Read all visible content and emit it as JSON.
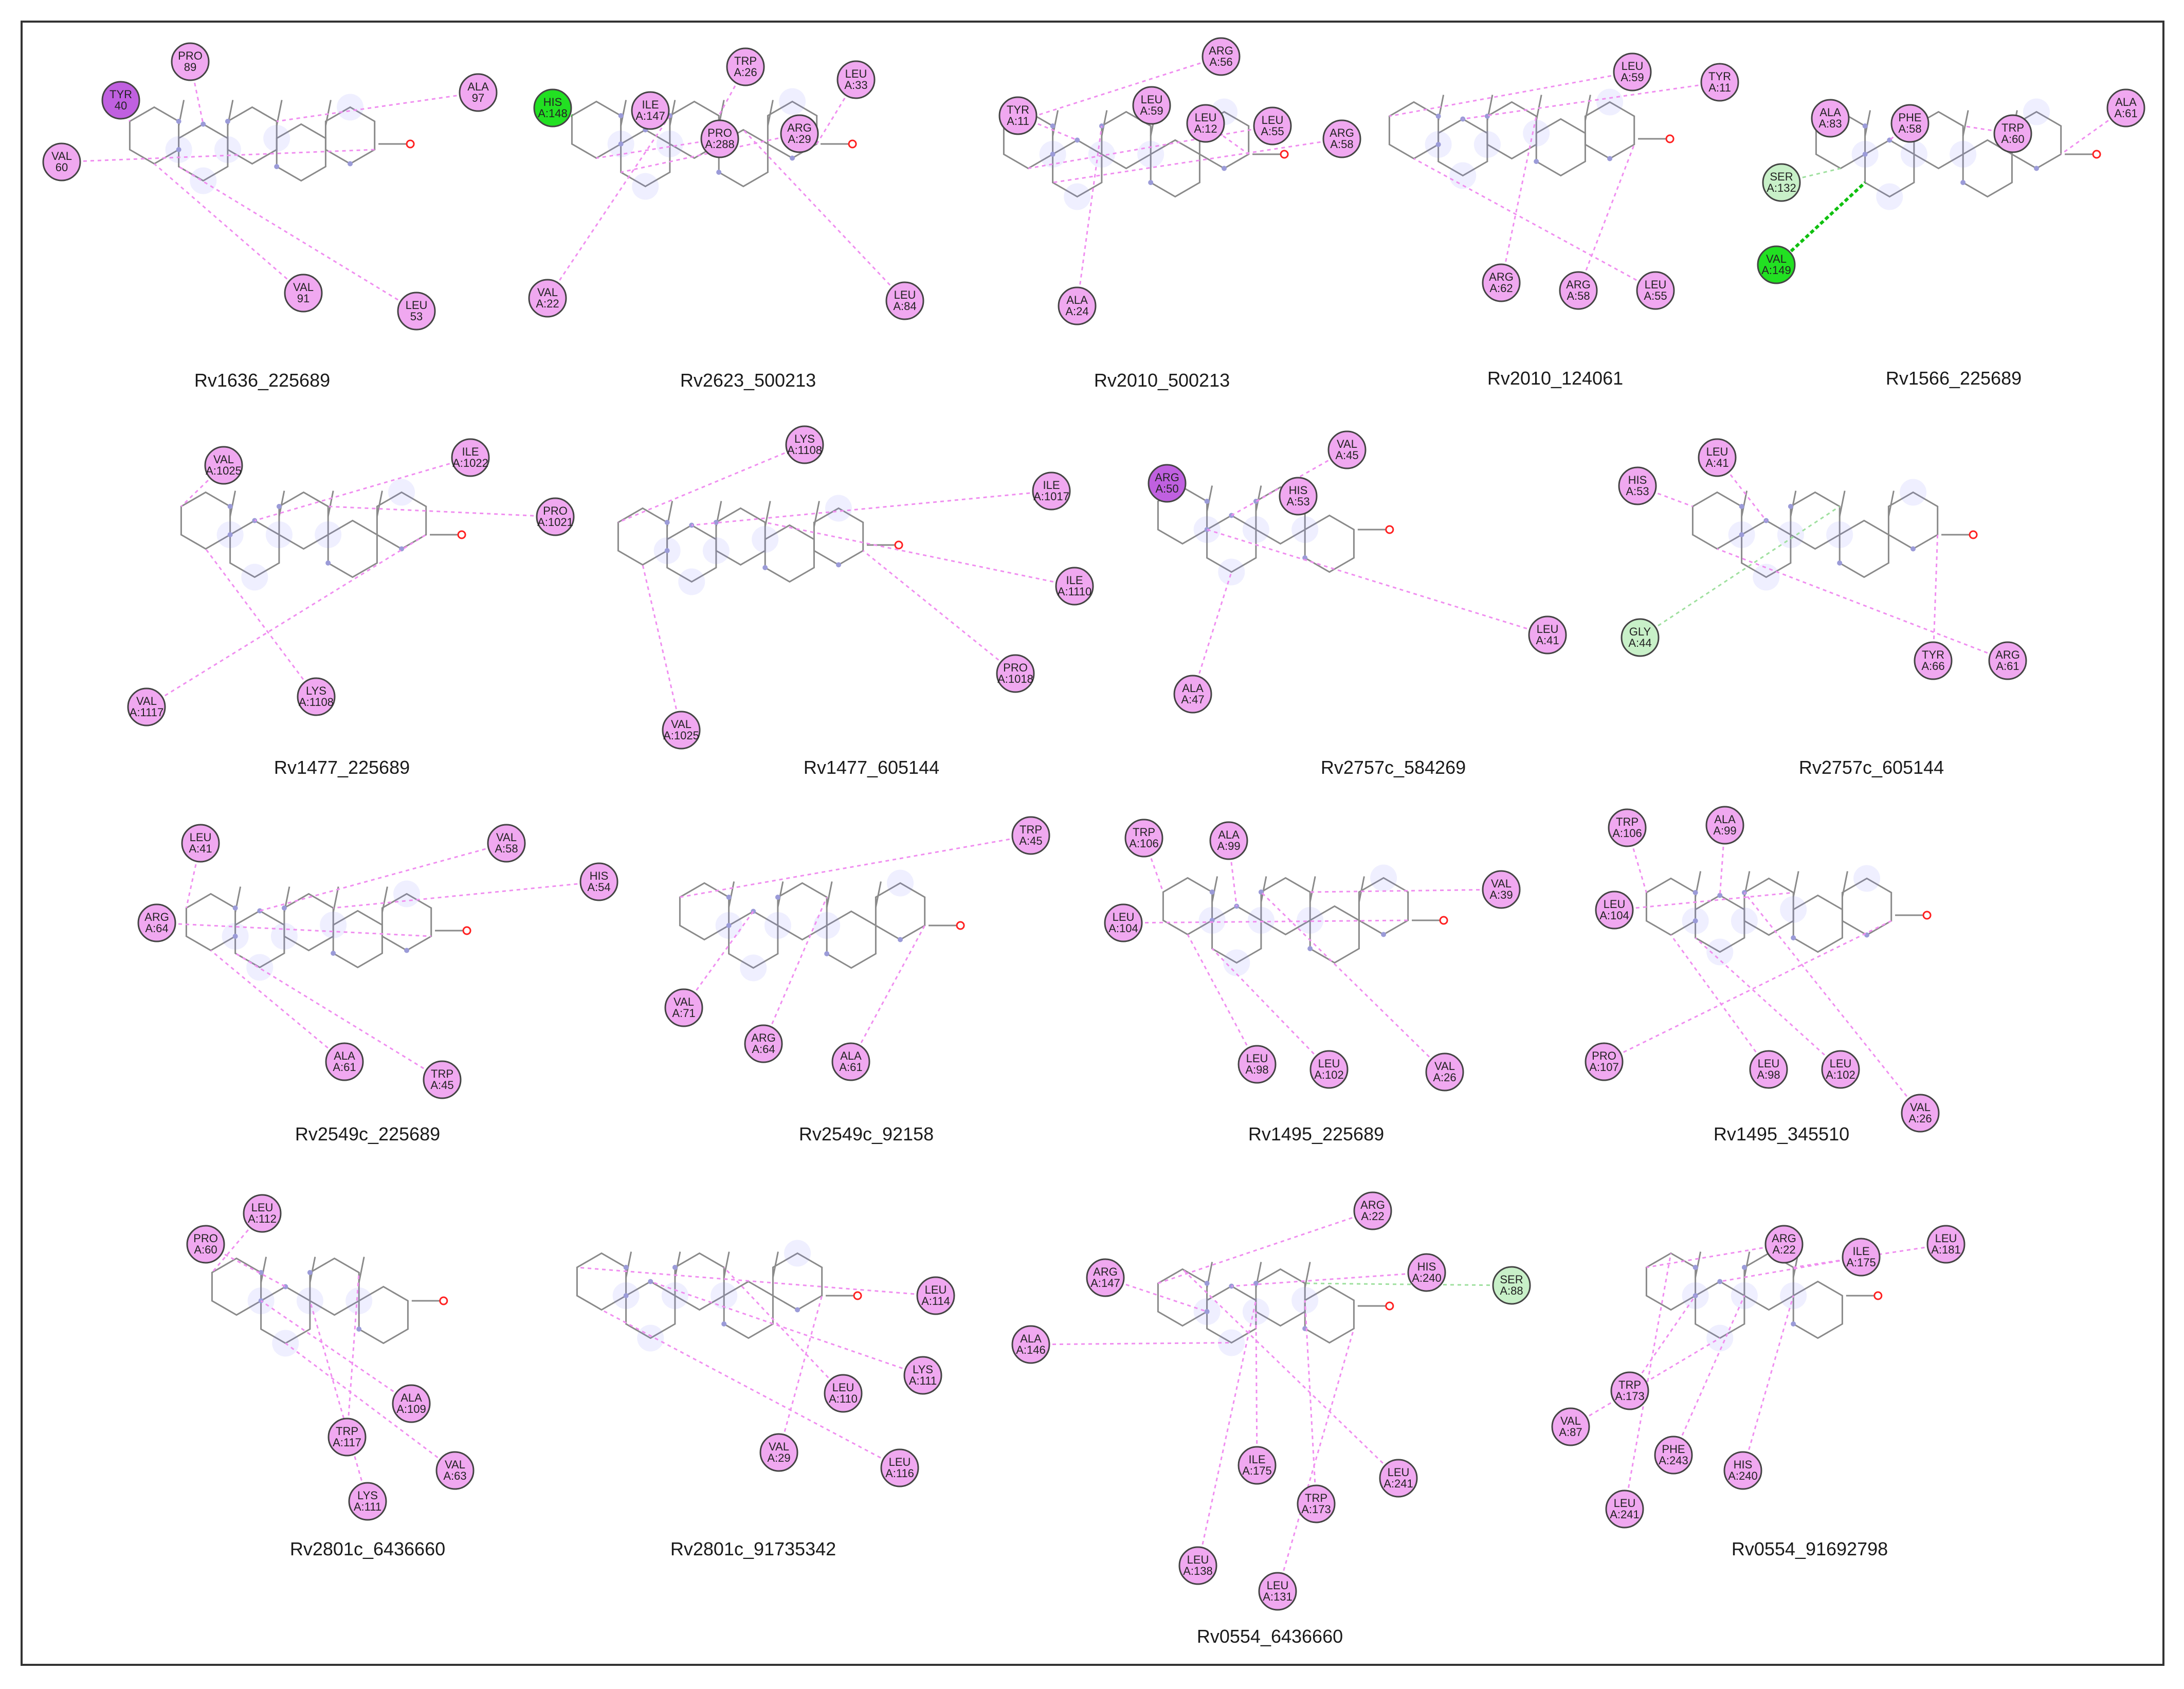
{
  "figure": {
    "colors": {
      "residue_fill": "#f0a8f0",
      "residue_stroke": "#444444",
      "hbond_fill": "#22e022",
      "pi_fill": "#c060e0",
      "weak_hbond_fill": "#c8f0c8",
      "hydrophobic_line": "#f08ef0",
      "hbond_line": "#10c010",
      "skeleton": "#8a8a8a",
      "oxygen": "#ff2020",
      "halo": "#7f7fff"
    },
    "icons": [
      "ligand-skeleton-icon",
      "residue-bubble-icon",
      "interaction-line-icon"
    ],
    "panels": [
      {
        "label": "Rv1636_225689",
        "residues": [
          {
            "text": "TYR\n40",
            "kind": "pi"
          },
          {
            "text": "PRO\n89",
            "kind": "hydro"
          },
          {
            "text": "ALA\n97",
            "kind": "hydro"
          },
          {
            "text": "VAL\n60",
            "kind": "hydro"
          },
          {
            "text": "VAL\n91",
            "kind": "hydro"
          },
          {
            "text": "LEU\n53",
            "kind": "hydro"
          }
        ]
      },
      {
        "label": "Rv2623_500213",
        "residues": [
          {
            "text": "HIS\nA:148",
            "kind": "hbond"
          },
          {
            "text": "ILE\nA:147",
            "kind": "hydro"
          },
          {
            "text": "TRP\nA:26",
            "kind": "hydro"
          },
          {
            "text": "LEU\nA:33",
            "kind": "hydro"
          },
          {
            "text": "PRO\nA:288",
            "kind": "hydro"
          },
          {
            "text": "ARG\nA:29",
            "kind": "hydro"
          },
          {
            "text": "VAL\nA:22",
            "kind": "hydro"
          },
          {
            "text": "LEU\nA:84",
            "kind": "hydro"
          }
        ]
      },
      {
        "label": "Rv2010_500213",
        "residues": [
          {
            "text": "ARG\nA:56",
            "kind": "hydro"
          },
          {
            "text": "TYR\nA:11",
            "kind": "hydro"
          },
          {
            "text": "LEU\nA:59",
            "kind": "hydro"
          },
          {
            "text": "LEU\nA:12",
            "kind": "hydro"
          },
          {
            "text": "LEU\nA:55",
            "kind": "hydro"
          },
          {
            "text": "ARG\nA:58",
            "kind": "hydro"
          },
          {
            "text": "ALA\nA:24",
            "kind": "hydro"
          }
        ]
      },
      {
        "label": "Rv2010_124061",
        "residues": [
          {
            "text": "LEU\nA:59",
            "kind": "hydro"
          },
          {
            "text": "TYR\nA:11",
            "kind": "hydro"
          },
          {
            "text": "ARG\nA:62",
            "kind": "hydro"
          },
          {
            "text": "ARG\nA:58",
            "kind": "hydro"
          },
          {
            "text": "LEU\nA:55",
            "kind": "hydro"
          }
        ]
      },
      {
        "label": "Rv1566_225689",
        "residues": [
          {
            "text": "ALA\nA:83",
            "kind": "hydro"
          },
          {
            "text": "PHE\nA:58",
            "kind": "hydro"
          },
          {
            "text": "TRP\nA:60",
            "kind": "hydro"
          },
          {
            "text": "ALA\nA:61",
            "kind": "hydro"
          },
          {
            "text": "SER\nA:132",
            "kind": "weak"
          },
          {
            "text": "VAL\nA:149",
            "kind": "hbond"
          }
        ]
      },
      {
        "label": "Rv1477_225689",
        "residues": [
          {
            "text": "VAL\nA:1025",
            "kind": "hydro"
          },
          {
            "text": "ILE\nA:1022",
            "kind": "hydro"
          },
          {
            "text": "PRO\nA:1021",
            "kind": "hydro"
          },
          {
            "text": "VAL\nA:1117",
            "kind": "hydro"
          },
          {
            "text": "LYS\nA:1108",
            "kind": "hydro"
          }
        ]
      },
      {
        "label": "Rv1477_605144",
        "residues": [
          {
            "text": "LYS\nA:1108",
            "kind": "hydro"
          },
          {
            "text": "ILE\nA:1017",
            "kind": "hydro"
          },
          {
            "text": "ILE\nA:1110",
            "kind": "hydro"
          },
          {
            "text": "PRO\nA:1018",
            "kind": "hydro"
          },
          {
            "text": "VAL\nA:1025",
            "kind": "hydro"
          }
        ]
      },
      {
        "label": "Rv2757c_584269",
        "residues": [
          {
            "text": "ARG\nA:50",
            "kind": "pi"
          },
          {
            "text": "VAL\nA:45",
            "kind": "hydro"
          },
          {
            "text": "HIS\nA:53",
            "kind": "hydro"
          },
          {
            "text": "LEU\nA:41",
            "kind": "hydro"
          },
          {
            "text": "ALA\nA:47",
            "kind": "hydro"
          }
        ]
      },
      {
        "label": "Rv2757c_605144",
        "residues": [
          {
            "text": "HIS\nA:53",
            "kind": "hydro"
          },
          {
            "text": "LEU\nA:41",
            "kind": "hydro"
          },
          {
            "text": "GLY\nA:44",
            "kind": "weak"
          },
          {
            "text": "TYR\nA:66",
            "kind": "hydro"
          },
          {
            "text": "ARG\nA:61",
            "kind": "hydro"
          }
        ]
      },
      {
        "label": "Rv2549c_225689",
        "residues": [
          {
            "text": "LEU\nA:41",
            "kind": "hydro"
          },
          {
            "text": "VAL\nA:58",
            "kind": "hydro"
          },
          {
            "text": "HIS\nA:54",
            "kind": "hydro"
          },
          {
            "text": "ARG\nA:64",
            "kind": "hydro"
          },
          {
            "text": "ALA\nA:61",
            "kind": "hydro"
          },
          {
            "text": "TRP\nA:45",
            "kind": "hydro"
          }
        ]
      },
      {
        "label": "Rv2549c_92158",
        "residues": [
          {
            "text": "TRP\nA:45",
            "kind": "hydro"
          },
          {
            "text": "VAL\nA:71",
            "kind": "hydro"
          },
          {
            "text": "ARG\nA:64",
            "kind": "hydro"
          },
          {
            "text": "ALA\nA:61",
            "kind": "hydro"
          }
        ]
      },
      {
        "label": "Rv1495_225689",
        "residues": [
          {
            "text": "TRP\nA:106",
            "kind": "hydro"
          },
          {
            "text": "ALA\nA:99",
            "kind": "hydro"
          },
          {
            "text": "VAL\nA:39",
            "kind": "hydro"
          },
          {
            "text": "LEU\nA:104",
            "kind": "hydro"
          },
          {
            "text": "LEU\nA:98",
            "kind": "hydro"
          },
          {
            "text": "LEU\nA:102",
            "kind": "hydro"
          },
          {
            "text": "VAL\nA:26",
            "kind": "hydro"
          }
        ]
      },
      {
        "label": "Rv1495_345510",
        "residues": [
          {
            "text": "TRP\nA:106",
            "kind": "hydro"
          },
          {
            "text": "ALA\nA:99",
            "kind": "hydro"
          },
          {
            "text": "LEU\nA:104",
            "kind": "hydro"
          },
          {
            "text": "PRO\nA:107",
            "kind": "hydro"
          },
          {
            "text": "LEU\nA:98",
            "kind": "hydro"
          },
          {
            "text": "LEU\nA:102",
            "kind": "hydro"
          },
          {
            "text": "VAL\nA:26",
            "kind": "hydro"
          }
        ]
      },
      {
        "label": "Rv2801c_6436660",
        "residues": [
          {
            "text": "LEU\nA:112",
            "kind": "hydro"
          },
          {
            "text": "PRO\nA:60",
            "kind": "hydro"
          },
          {
            "text": "TRP\nA:117",
            "kind": "hydro"
          },
          {
            "text": "ALA\nA:109",
            "kind": "hydro"
          },
          {
            "text": "VAL\nA:63",
            "kind": "hydro"
          },
          {
            "text": "LYS\nA:111",
            "kind": "hydro"
          }
        ]
      },
      {
        "label": "Rv2801c_91735342",
        "residues": [
          {
            "text": "LEU\nA:114",
            "kind": "hydro"
          },
          {
            "text": "LYS\nA:111",
            "kind": "hydro"
          },
          {
            "text": "LEU\nA:110",
            "kind": "hydro"
          },
          {
            "text": "VAL\nA:29",
            "kind": "hydro"
          },
          {
            "text": "LEU\nA:116",
            "kind": "hydro"
          }
        ]
      },
      {
        "label": "Rv0554_6436660",
        "residues": [
          {
            "text": "ARG\nA:22",
            "kind": "hydro"
          },
          {
            "text": "HIS\nA:240",
            "kind": "hydro"
          },
          {
            "text": "SER\nA:88",
            "kind": "weak"
          },
          {
            "text": "ARG\nA:147",
            "kind": "hydro"
          },
          {
            "text": "ALA\nA:146",
            "kind": "hydro"
          },
          {
            "text": "ILE\nA:175",
            "kind": "hydro"
          },
          {
            "text": "TRP\nA:173",
            "kind": "hydro"
          },
          {
            "text": "LEU\nA:241",
            "kind": "hydro"
          },
          {
            "text": "LEU\nA:138",
            "kind": "hydro"
          },
          {
            "text": "LEU\nA:131",
            "kind": "hydro"
          }
        ]
      },
      {
        "label": "Rv0554_91692798",
        "residues": [
          {
            "text": "ARG\nA:22",
            "kind": "hydro"
          },
          {
            "text": "ILE\nA:175",
            "kind": "hydro"
          },
          {
            "text": "LEU\nA:181",
            "kind": "hydro"
          },
          {
            "text": "TRP\nA:173",
            "kind": "hydro"
          },
          {
            "text": "VAL\nA:87",
            "kind": "hydro"
          },
          {
            "text": "PHE\nA:243",
            "kind": "hydro"
          },
          {
            "text": "HIS\nA:240",
            "kind": "hydro"
          },
          {
            "text": "LEU\nA:241",
            "kind": "hydro"
          }
        ]
      }
    ]
  }
}
